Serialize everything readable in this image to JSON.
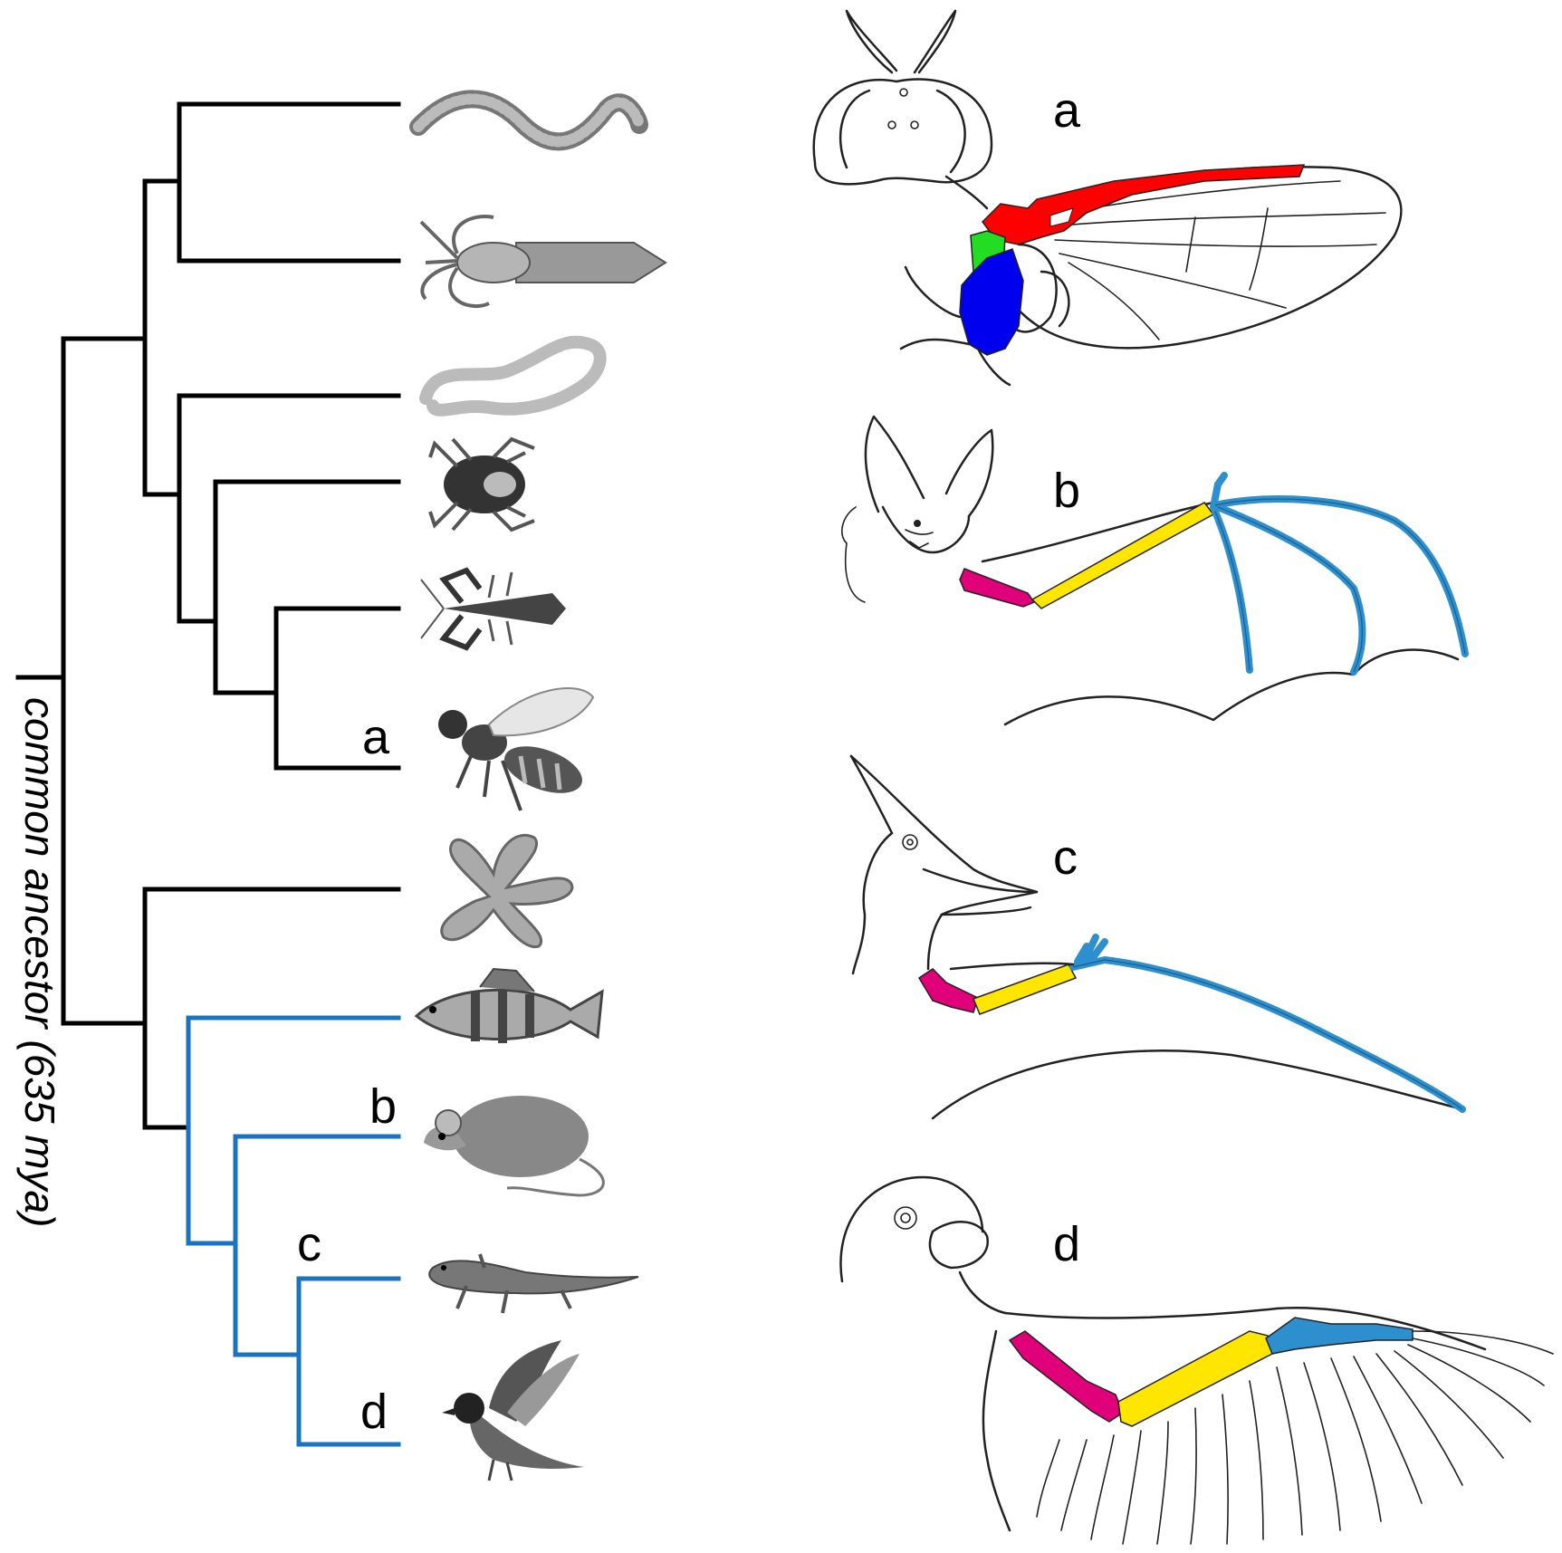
{
  "ancestor_label": "common ancestor (635 mya)",
  "tree_labels": {
    "a": "a",
    "b": "b",
    "c": "c",
    "d": "d"
  },
  "panel_labels": {
    "a": "a",
    "b": "b",
    "c": "c",
    "d": "d"
  },
  "colors": {
    "tree_black": "#000000",
    "tree_blue": "#1a73c1",
    "fly_costal": "#ff0000",
    "fly_sclerite_green": "#22dd22",
    "fly_sclerite_blue": "#0000ee",
    "humerus": "#e0007a",
    "radius_ulna": "#ffe600",
    "hand_digits": "#2e8fcf"
  },
  "taxa": [
    "worm-silhouette",
    "squid-silhouette",
    "nematode-silhouette",
    "tick-silhouette",
    "lobster-silhouette",
    "bee-silhouette",
    "starfish-silhouette",
    "fish-silhouette",
    "rat-silhouette",
    "salamander-silhouette",
    "bird-silhouette"
  ]
}
